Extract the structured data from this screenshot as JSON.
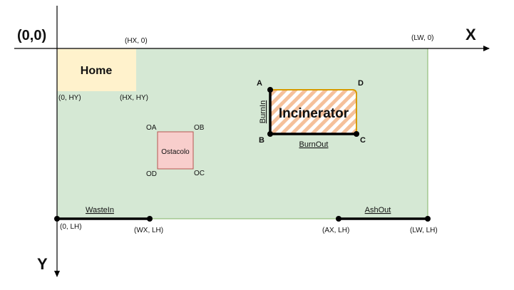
{
  "colors": {
    "field_fill": "#d5e8d4",
    "field_stroke": "#82b366",
    "home_fill": "#fff2cc",
    "obstacle_fill": "#f8cecc",
    "obstacle_stroke": "#b85450",
    "incinerator_stroke": "#d79b00",
    "incinerator_hatch": "#f5c09a",
    "line": "#000000"
  },
  "axes": {
    "origin": "(0,0)",
    "x_label": "X",
    "y_label": "Y"
  },
  "home": {
    "label": "Home",
    "top_right": "(HX, 0)",
    "bottom_left": "(0, HY)",
    "bottom_right": "(HX, HY)"
  },
  "field": {
    "top_right": "(LW, 0)",
    "bottom_left": "(0, LH)",
    "bottom_right": "(LW, LH)"
  },
  "obstacle": {
    "label": "Ostacolo",
    "corner_a": "OA",
    "corner_b": "OB",
    "corner_c": "OC",
    "corner_d": "OD"
  },
  "incinerator": {
    "label": "Incinerator",
    "corner_a": "A",
    "corner_b": "B",
    "corner_c": "C",
    "corner_d": "D",
    "burn_in": "BurnIn",
    "burn_out": "BurnOut"
  },
  "waste_in": {
    "label": "WasteIn",
    "end_point": "(WX, LH)"
  },
  "ash_out": {
    "label": "AshOut",
    "start_point": "(AX, LH)"
  }
}
